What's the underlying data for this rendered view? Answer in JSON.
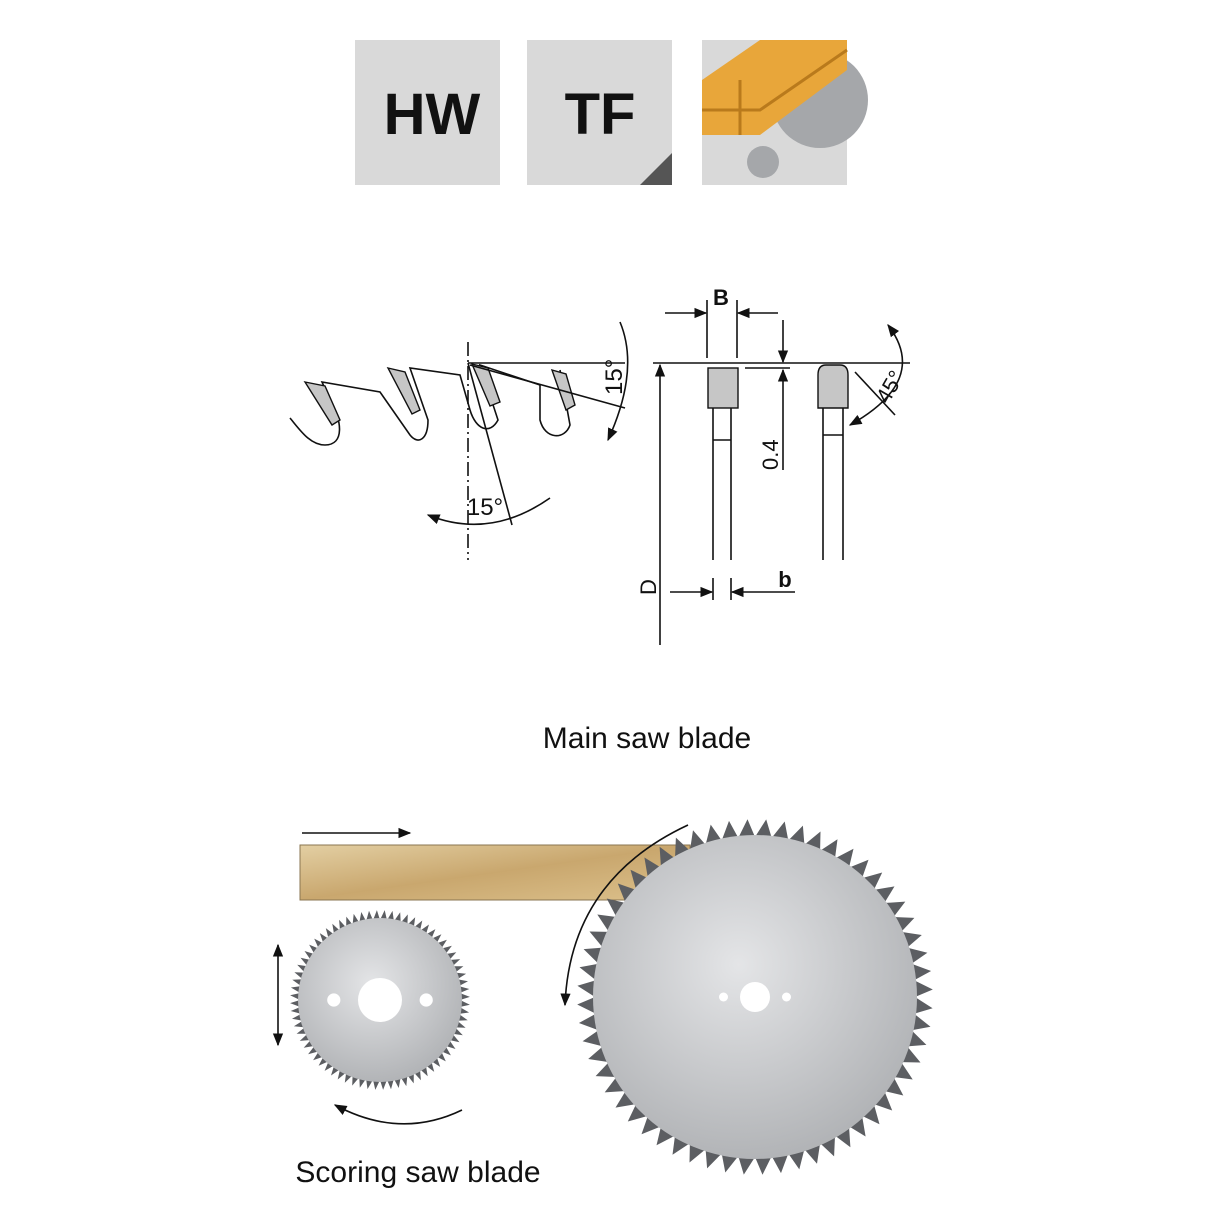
{
  "icons": {
    "hw": {
      "label": "HW"
    },
    "tf": {
      "label": "TF"
    },
    "application": {
      "name": "panel-sizing-icon"
    }
  },
  "drawing": {
    "hook_angle": "15°",
    "clearance_angle": "15°",
    "bevel_angle": "45°",
    "kerf_label": "B",
    "plate_label": "b",
    "diameter_label": "D",
    "chamfer_label": "0.4"
  },
  "captions": {
    "main": "Main saw blade",
    "scoring": "Scoring saw blade"
  },
  "colors": {
    "tile": "#d9d9d9",
    "wood": "#e8a63a",
    "blade": "#c8c9cb",
    "teeth": "#5c5e62"
  }
}
